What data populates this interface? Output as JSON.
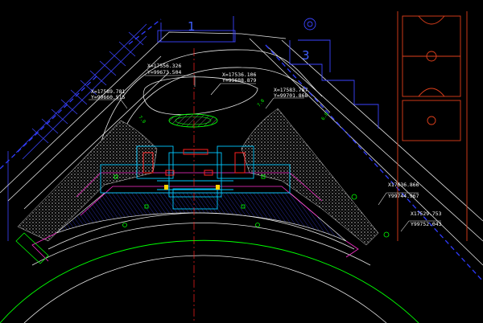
{
  "drawing": {
    "colors": {
      "background": "#000000",
      "blue_line": "#2f3bff",
      "white_line": "#e6e6e6",
      "green_line": "#00ff00",
      "cyan_line": "#00c8ff",
      "magenta_line": "#ff2fd0",
      "red_line": "#ff2020",
      "orange_line": "#e0401c",
      "yellow_line": "#ffd400"
    },
    "sheet_numbers": [
      "1",
      "3"
    ],
    "coordinates": [
      {
        "x": "X=17556.326",
        "y": "Y=99673.504"
      },
      {
        "x": "X=17536.106",
        "y": "Y=99688.879"
      },
      {
        "x": "X=17589.781",
        "y": "Y=99660.515"
      },
      {
        "x": "X=17583.787",
        "y": "Y=99701.868"
      },
      {
        "x": "X17636.866",
        "y": "Y99744.967"
      },
      {
        "x": "X17529.753",
        "y": "Y99752.043"
      }
    ],
    "dimensions": [
      "7.0",
      "7.0",
      "6.0"
    ]
  }
}
